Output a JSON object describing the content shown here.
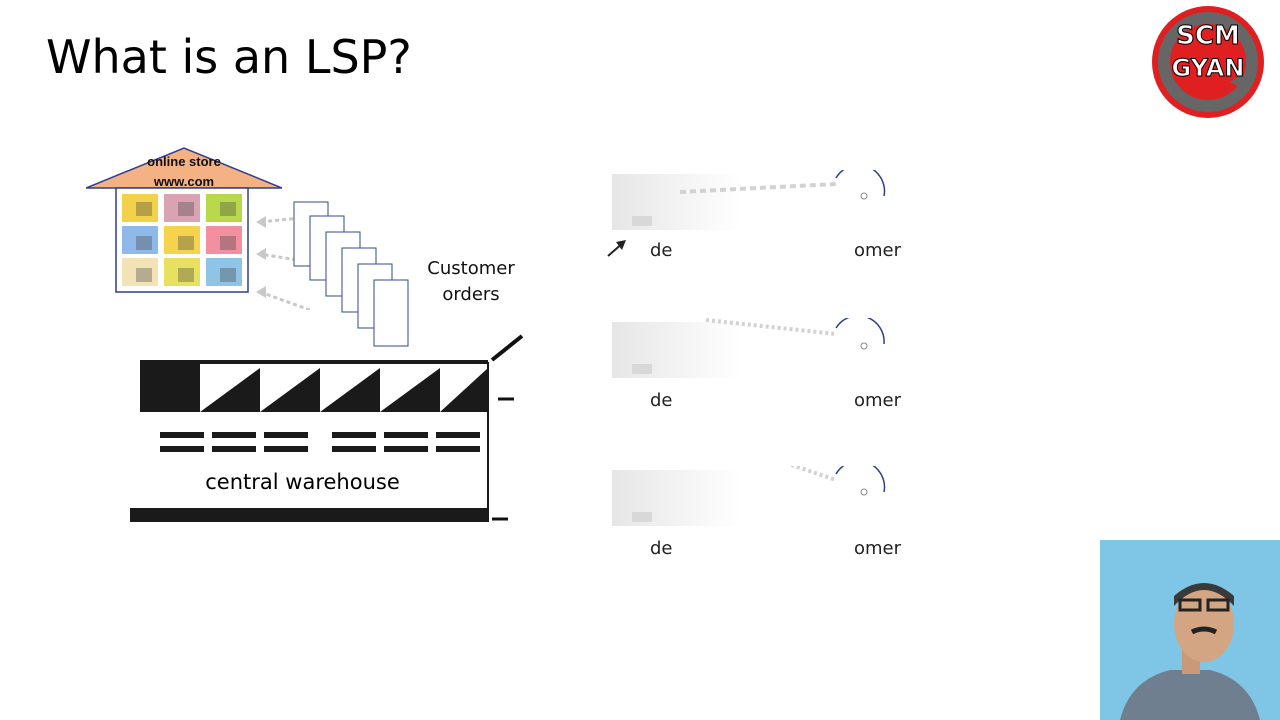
{
  "slide": {
    "title": "What is an LSP?"
  },
  "logo": {
    "line1": "SCM",
    "line2": "GYAN"
  },
  "store": {
    "line1": "online store",
    "line2": "www.com"
  },
  "orders": {
    "line1": "Customer",
    "line2": "orders"
  },
  "warehouse": {
    "label": "central warehouse"
  },
  "distribution": [
    {
      "left_text": "de",
      "right_text": "omer"
    },
    {
      "left_text": "de",
      "right_text": "omer"
    },
    {
      "left_text": "de",
      "right_text": "omer"
    }
  ],
  "colors": {
    "roof": "#f4b183",
    "store_border": "#2f3f8f",
    "order_border": "#2f4a8f",
    "logo_red": "#e02020",
    "arrow_gray": "#c8c8c8",
    "presenter_bg": "#7fc6e6"
  }
}
